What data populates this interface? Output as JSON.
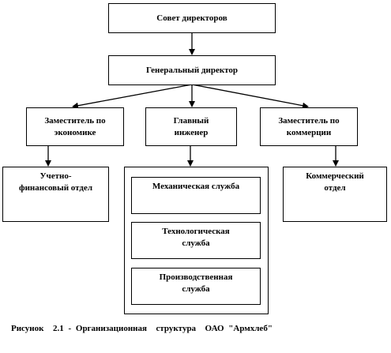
{
  "nodes": {
    "board": "Совет директоров",
    "general_director": "Генеральный  директор",
    "deputy_economics": "Заместитель  по\nэкономике",
    "chief_engineer": "Главный\nинженер",
    "deputy_commerce": "Заместитель  по\nкоммерции",
    "accounting": "Учетно-\nфинансовый  отдел",
    "mechanical": "Механическая  служба",
    "technological": "Технологическая\nслужба",
    "production": "Производственная\nслужба",
    "commercial": "Коммерческий\nотдел"
  },
  "caption": "Рисунок  2.1 - Организационная  структура  ОАО \"Армхлеб\""
}
